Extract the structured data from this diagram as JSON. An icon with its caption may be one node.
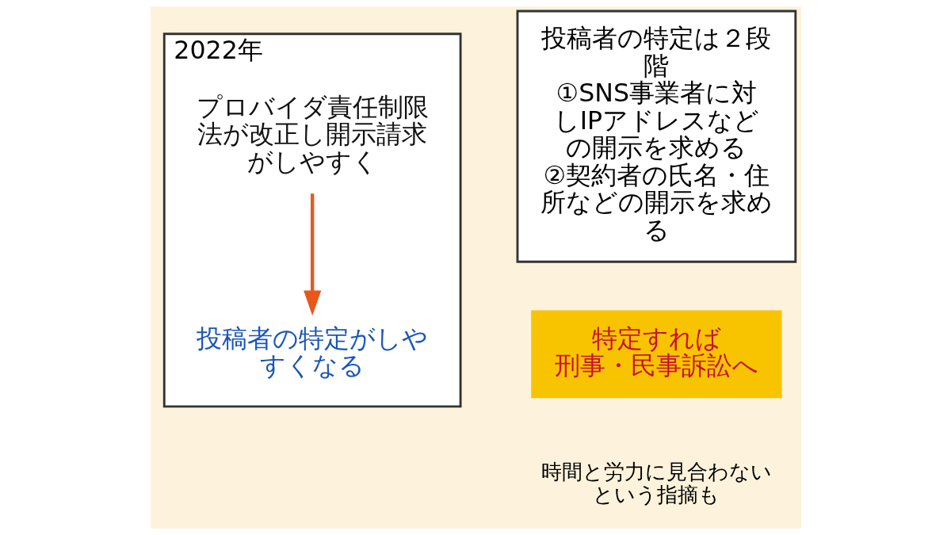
{
  "diagram": {
    "nodes": [
      {
        "text": [
          "2022年"
        ]
      },
      {
        "text": [
          "プロバイダ責任制限法が改正し開示請求がしやすく"
        ],
        "in": 0
      },
      {
        "text": [
          "投稿者の特定がしやすくなる"
        ],
        "in": 0
      },
      {
        "text": [
          "投稿者の特定は２段階",
          "①SNS事業者に対しIPアドレスなどの開示を求める",
          "②契約者の氏名・住所などの開示を求める"
        ]
      },
      {
        "text": [
          "特定すれば",
          "刑事・民事訴訟へ"
        ]
      }
    ],
    "edges": [
      {
        "from": 1,
        "to": 2,
        "arrow": "to",
        "color": "#e8581c"
      }
    ],
    "labels": [
      "時間と労力に見合わないという指摘も"
    ]
  }
}
